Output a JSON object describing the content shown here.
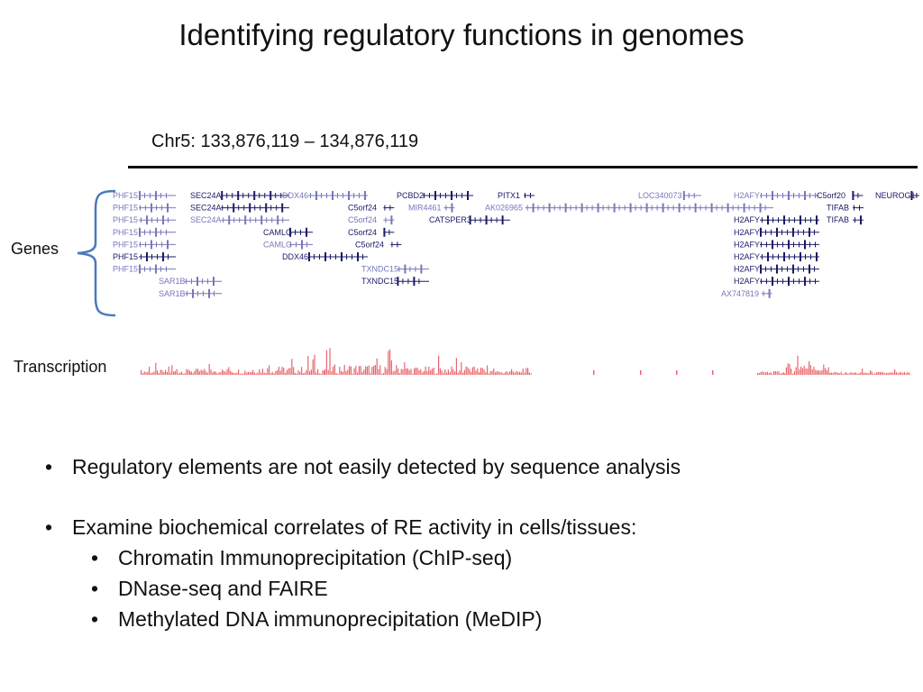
{
  "slide": {
    "title": "Identifying regulatory functions in genomes",
    "coordinate": "Chr5: 133,876,119 – 134,876,119",
    "genes_label": "Genes",
    "transcription_label": "Transcription"
  },
  "colors": {
    "gene_dark": "#1a1a66",
    "gene_light": "#7777bb",
    "brace": "#4a7ab8",
    "signal": "#e8676d"
  },
  "genes": [
    {
      "label": "PHF15",
      "row": 0,
      "col": 0,
      "dark": false
    },
    {
      "label": "PHF15",
      "row": 1,
      "col": 0,
      "dark": false
    },
    {
      "label": "PHF15",
      "row": 2,
      "col": 0,
      "dark": false
    },
    {
      "label": "PHF15",
      "row": 3,
      "col": 0,
      "dark": false
    },
    {
      "label": "PHF15",
      "row": 4,
      "col": 0,
      "dark": false
    },
    {
      "label": "PHF15",
      "row": 5,
      "col": 0,
      "dark": true
    },
    {
      "label": "PHF15",
      "row": 6,
      "col": 0,
      "dark": false
    },
    {
      "label": "SAR1B",
      "row": 7,
      "col": 1,
      "dark": false
    },
    {
      "label": "SAR1B",
      "row": 8,
      "col": 1,
      "dark": false
    },
    {
      "label": "SEC24A",
      "row": 0,
      "col": 2,
      "dark": true
    },
    {
      "label": "SEC24A",
      "row": 1,
      "col": 2,
      "dark": true
    },
    {
      "label": "SEC24A",
      "row": 2,
      "col": 2,
      "dark": false
    },
    {
      "label": "CAMLG",
      "row": 3,
      "col": 3,
      "dark": true
    },
    {
      "label": "CAMLG",
      "row": 4,
      "col": 3,
      "dark": false
    },
    {
      "label": "DDX46",
      "row": 0,
      "col": 4,
      "dark": false
    },
    {
      "label": "DDX46",
      "row": 5,
      "col": 4,
      "dark": true
    },
    {
      "label": "C5orf24",
      "row": 1,
      "col": 5,
      "dark": true
    },
    {
      "label": "C5orf24",
      "row": 2,
      "col": 5,
      "dark": false
    },
    {
      "label": "C5orf24",
      "row": 3,
      "col": 5,
      "dark": true
    },
    {
      "label": "C5orf24",
      "row": 4,
      "col": 6,
      "dark": true
    },
    {
      "label": "TXNDC15",
      "row": 6,
      "col": 7,
      "dark": false
    },
    {
      "label": "TXNDC15",
      "row": 7,
      "col": 7,
      "dark": true
    },
    {
      "label": "PCBD2",
      "row": 0,
      "col": 8,
      "dark": true
    },
    {
      "label": "MIR4461",
      "row": 1,
      "col": 9,
      "dark": false
    },
    {
      "label": "CATSPER3",
      "row": 2,
      "col": 10,
      "dark": true
    },
    {
      "label": "PITX1",
      "row": 0,
      "col": 11,
      "dark": true
    },
    {
      "label": "AK026965",
      "row": 1,
      "col": 12,
      "dark": false
    },
    {
      "label": "LOC340073",
      "row": 0,
      "col": 13,
      "dark": false
    },
    {
      "label": "H2AFY",
      "row": 0,
      "col": 14,
      "dark": false
    },
    {
      "label": "H2AFY",
      "row": 2,
      "col": 14,
      "dark": true
    },
    {
      "label": "H2AFY",
      "row": 3,
      "col": 14,
      "dark": true
    },
    {
      "label": "H2AFY",
      "row": 4,
      "col": 14,
      "dark": true
    },
    {
      "label": "H2AFY",
      "row": 5,
      "col": 14,
      "dark": true
    },
    {
      "label": "H2AFY",
      "row": 6,
      "col": 14,
      "dark": true
    },
    {
      "label": "H2AFY",
      "row": 7,
      "col": 14,
      "dark": true
    },
    {
      "label": "AX747819",
      "row": 8,
      "col": 15,
      "dark": false
    },
    {
      "label": "C5orf20",
      "row": 0,
      "col": 16,
      "dark": true
    },
    {
      "label": "TIFAB",
      "row": 1,
      "col": 17,
      "dark": true
    },
    {
      "label": "TIFAB",
      "row": 2,
      "col": 17,
      "dark": true
    },
    {
      "label": "NEUROG1",
      "row": 0,
      "col": 18,
      "dark": true
    }
  ],
  "bullets": [
    {
      "text": "Regulatory elements are not easily detected by sequence analysis",
      "level": 1
    },
    {
      "text": "Examine biochemical correlates of RE activity in cells/tissues:",
      "level": 1
    },
    {
      "text": "Chromatin Immunoprecipitation (ChIP-seq)",
      "level": 2
    },
    {
      "text": "DNase-seq and FAIRE",
      "level": 2
    },
    {
      "text": "Methylated DNA immunoprecipitation (MeDIP)",
      "level": 2
    }
  ]
}
